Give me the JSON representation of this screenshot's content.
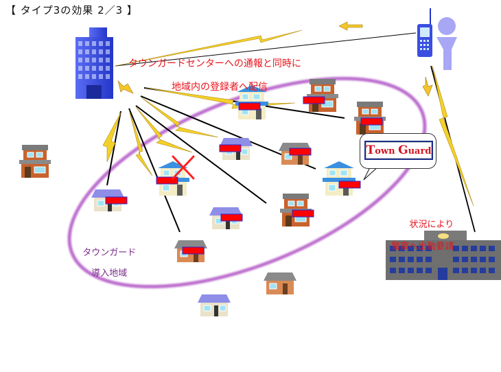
{
  "slide_title": "【 タイプ3の効果 2／3 】",
  "notice_text": {
    "line1": "タウンガードセンターへの通報と同時に",
    "line2": "地域内の登録者へ配信"
  },
  "police_text": {
    "line1": "状況により",
    "line2": "警察へ出動要請"
  },
  "area_label": {
    "line1": "タウンガード",
    "line2": "導入地域"
  },
  "logo": {
    "text_t": "T",
    "text_own": "own ",
    "text_g": "G",
    "text_uard": "uard"
  },
  "colors": {
    "alert_red": "#ff0000",
    "area_ring": "#b45cc8",
    "bolt_yellow": "#f4d12a",
    "text_red": "#e8131b",
    "building_blue": "#3a4ee0"
  },
  "icons": [
    "center-building-icon",
    "person-icon",
    "mobile-phone-icon",
    "police-station-icon",
    "house-icon",
    "alert-flag-icon",
    "cross-mark-icon",
    "lightning-icon",
    "arrow-icon"
  ]
}
